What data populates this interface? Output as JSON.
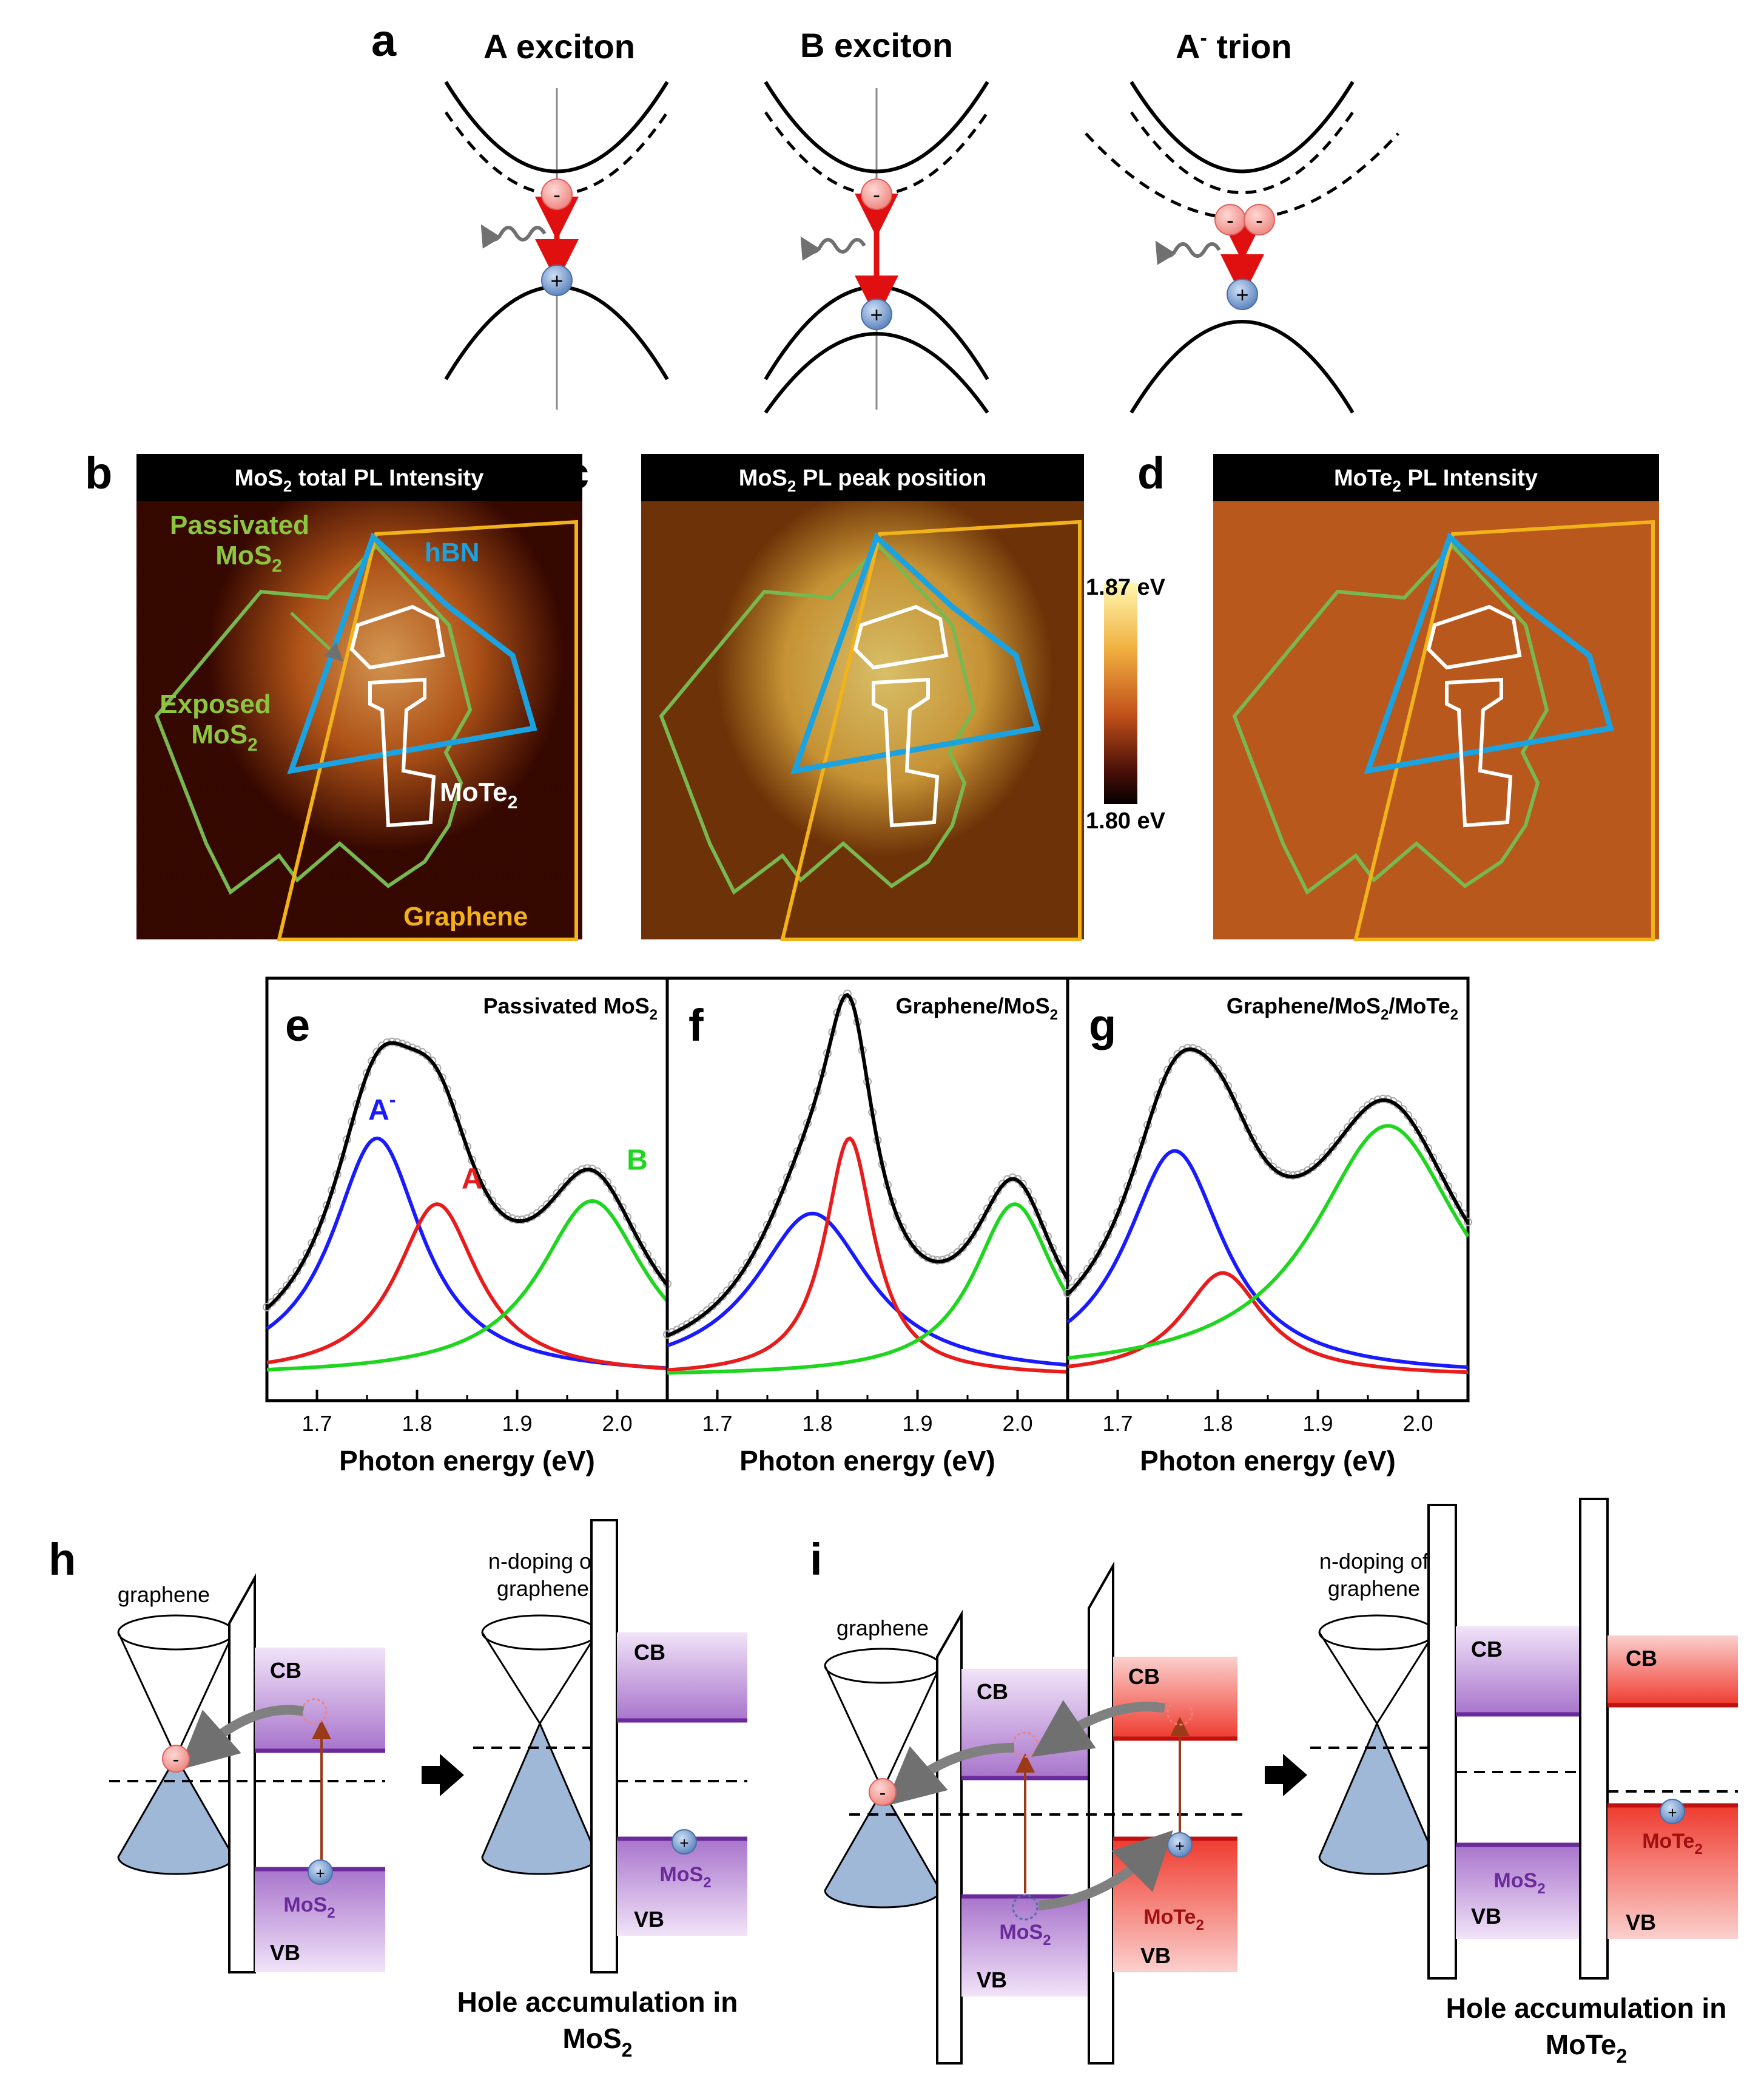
{
  "panel_letters": [
    "a",
    "b",
    "c",
    "d",
    "e",
    "f",
    "g",
    "h",
    "i"
  ],
  "panel_a": {
    "titles": [
      "A exciton",
      "B exciton",
      "A",
      "-",
      " trion"
    ],
    "minus": "-",
    "plus": "+"
  },
  "panel_b": {
    "title": "MoS",
    "title_sub": "2",
    "title_rest": " total PL Intensity",
    "label_passivated_1": "Passivated",
    "label_passivated_2": "MoS",
    "label_exposed_1": "Exposed",
    "label_exposed_2": "MoS",
    "sub2": "2",
    "label_hbn": "hBN",
    "label_mote2": "MoTe",
    "label_graphene": "Graphene"
  },
  "panel_c": {
    "title": "MoS",
    "title_sub": "2",
    "title_rest": " PL peak position",
    "colorbar_max": "1.87 eV",
    "colorbar_min": "1.80 eV"
  },
  "panel_d": {
    "title": "MoTe",
    "title_sub": "2",
    "title_rest": " PL Intensity"
  },
  "colors": {
    "hbn": "#1aa3e0",
    "mos2_outline": "#78b850",
    "graphene_outline": "#f2b21a",
    "mote2_outline": "#ffffff",
    "passivated_text": "#8cc63f",
    "graphene_text": "#f2b21a",
    "a_minus": "#1a1aff",
    "a_exciton": "#e81c1c",
    "b_exciton": "#1fd61f",
    "purple": "#b98ad8",
    "red_band": "#f0483a",
    "blue_cone": "#9fb8d8"
  },
  "chart_data": [
    {
      "panel": "e",
      "type": "line",
      "title": "Passivated MoS",
      "title_sub": "2",
      "xlabel": "Photon energy (eV)",
      "ylabel": "",
      "xlim": [
        1.65,
        2.05
      ],
      "xticks": [
        "1.7",
        "1.8",
        "1.9",
        "2.0"
      ],
      "series": [
        {
          "name": "A",
          "center": 1.76,
          "amp": 0.76,
          "width": 0.055
        },
        {
          "name": "A",
          "center": 1.82,
          "amp": 0.55,
          "width": 0.05
        },
        {
          "name": "B",
          "center": 1.975,
          "amp": 0.56,
          "width": 0.065
        }
      ],
      "peak_labels": [
        {
          "text": "A",
          "sup": "-",
          "color": "#1a1aff"
        },
        {
          "text": "A",
          "sup": "",
          "color": "#e81c1c"
        },
        {
          "text": "B",
          "sup": "",
          "color": "#1fd61f"
        }
      ]
    },
    {
      "panel": "f",
      "type": "line",
      "title": "Graphene/MoS",
      "title_sub": "2",
      "xlabel": "Photon energy (eV)",
      "ylabel": "",
      "xlim": [
        1.65,
        2.05
      ],
      "xticks": [
        "1.7",
        "1.8",
        "1.9",
        "2.0"
      ],
      "series": [
        {
          "name": "A",
          "center": 1.795,
          "amp": 0.52,
          "width": 0.07
        },
        {
          "name": "A",
          "center": 1.832,
          "amp": 0.76,
          "width": 0.03
        },
        {
          "name": "B",
          "center": 1.997,
          "amp": 0.55,
          "width": 0.05
        }
      ],
      "peak_labels": []
    },
    {
      "panel": "g",
      "type": "line",
      "title": "Graphene/MoS",
      "title_sub": "2",
      "title_rest": "/MoTe",
      "title_sub2": "2",
      "xlabel": "Photon energy (eV)",
      "ylabel": "",
      "xlim": [
        1.65,
        2.05
      ],
      "xticks": [
        "1.7",
        "1.8",
        "1.9",
        "2.0"
      ],
      "series": [
        {
          "name": "A",
          "center": 1.757,
          "amp": 0.72,
          "width": 0.06
        },
        {
          "name": "A",
          "center": 1.805,
          "amp": 0.33,
          "width": 0.05
        },
        {
          "name": "B",
          "center": 1.97,
          "amp": 0.8,
          "width": 0.09
        }
      ],
      "peak_labels": []
    }
  ],
  "panel_h": {
    "graphene": "graphene",
    "cb": "CB",
    "vb": "VB",
    "mos2": "MoS",
    "sub2": "2",
    "n_doping_1": "n-doping of",
    "n_doping_2": "graphene",
    "hole_1": "Hole accumulation in",
    "hole_2": "MoS",
    "minus": "-",
    "plus": "+"
  },
  "panel_i": {
    "graphene": "graphene",
    "cb": "CB",
    "vb": "VB",
    "mos2": "MoS",
    "mote2": "MoTe",
    "sub2": "2",
    "n_doping_1": "n-doping of",
    "n_doping_2": "graphene",
    "hole_1": "Hole accumulation in",
    "hole_2": "MoTe",
    "minus": "-",
    "plus": "+"
  }
}
